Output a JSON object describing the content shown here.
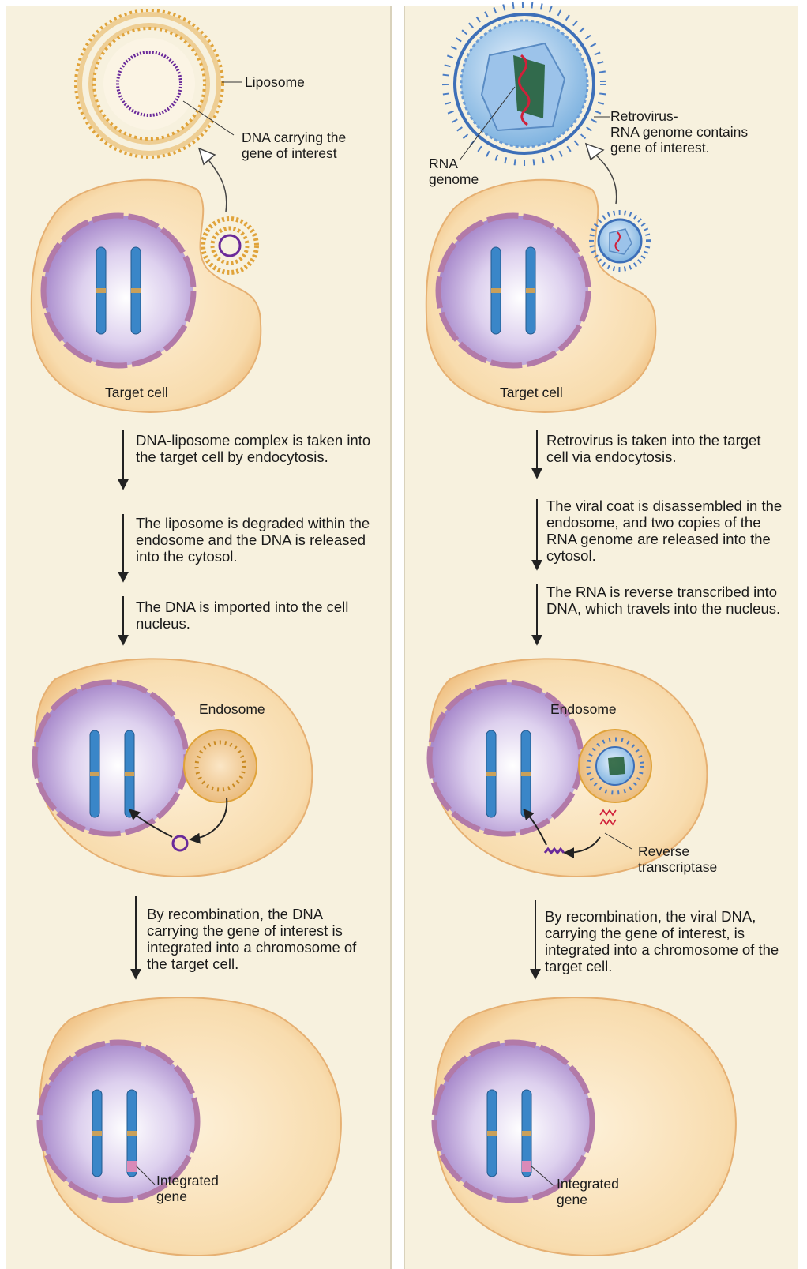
{
  "left": {
    "labels": {
      "liposome": "Liposome",
      "dna_gene": "DNA carrying the\ngene of interest",
      "target_cell": "Target cell",
      "endosome": "Endosome",
      "integrated_gene": "Integrated\ngene"
    },
    "steps": [
      "DNA-liposome complex is taken into the target cell by endocytosis.",
      "The liposome is degraded within the endosome and the DNA is released into the cytosol.",
      "The DNA is imported into the cell nucleus.",
      "By recombination, the DNA carrying the gene of interest is integrated into a chromosome of the target cell."
    ]
  },
  "right": {
    "labels": {
      "retrovirus": "Retrovirus-\nRNA genome contains\ngene of interest.",
      "rna_genome": "RNA\ngenome",
      "target_cell": "Target cell",
      "endosome": "Endosome",
      "reverse_transcriptase": "Reverse\ntranscriptase",
      "integrated_gene": "Integrated\ngene"
    },
    "steps": [
      "Retrovirus is taken into the target cell via endocytosis.",
      "The viral coat is disassembled in the endosome, and two copies of the RNA genome are released into the cytosol.",
      "The RNA is reverse transcribed into DNA, which travels into the nucleus.",
      "By recombination, the viral DNA, carrying the gene of interest, is integrated into a chromosome of the target cell."
    ]
  },
  "colors": {
    "panel": "#f7f1de",
    "cell": "#f5d6a8",
    "nucleus": "#c9b3e0",
    "chromosome": "#3a86c8",
    "liposome": "#e0a33a",
    "dna": "#6a2a9a",
    "virus": "#4a7cc4",
    "rna": "#d0203a"
  }
}
